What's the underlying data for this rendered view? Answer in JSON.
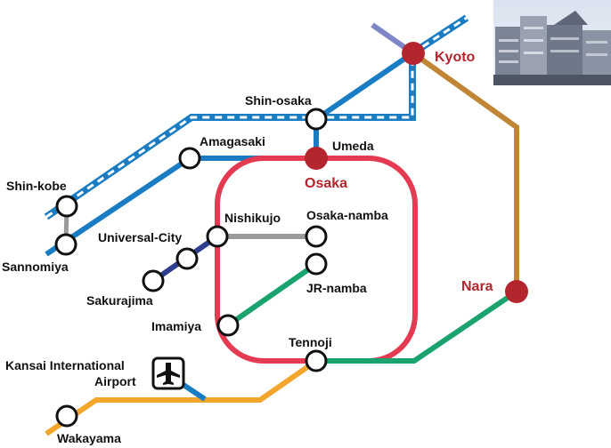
{
  "colors": {
    "loop": "#e43a52",
    "blue_line": "#1a7cc2",
    "shinkansen_dash": "#ffffff",
    "kyoto_nara": "#c08636",
    "green_line": "#1aa36f",
    "orange_line": "#f2a62b",
    "gray_line": "#9a9a9a",
    "navy_line": "#2f3f8f",
    "lavender_line": "#7f86c8",
    "major_station": "#b3262d"
  },
  "stations": {
    "kyoto": "Kyoto",
    "shin_osaka": "Shin-osaka",
    "amagasaki": "Amagasaki",
    "umeda": "Umeda",
    "osaka": "Osaka",
    "shin_kobe": "Shin-kobe",
    "sannomiya": "Sannomiya",
    "nishikujo": "Nishikujo",
    "osaka_namba": "Osaka-namba",
    "universal_city": "Universal-City",
    "sakurajima": "Sakurajima",
    "jr_namba": "JR-namba",
    "imamiya": "Imamiya",
    "nara": "Nara",
    "tennoji": "Tennoji",
    "kansai_airport_line1": "Kansai International",
    "kansai_airport_line2": "Airport",
    "wakayama": "Wakayama"
  },
  "icons": {
    "airport": "airplane-icon",
    "photo": "kyoto-station-photo"
  }
}
